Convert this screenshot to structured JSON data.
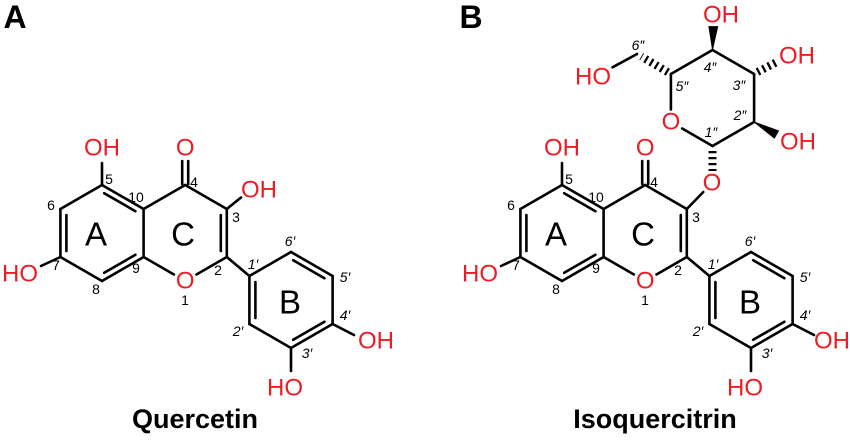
{
  "colors": {
    "heteroatom": "#ED1C24",
    "bond": "#000000",
    "background": "#FFFFFF"
  },
  "panel_a": {
    "panel_label": "A",
    "compound_name": "Quercetin",
    "ring_labels": {
      "a": "A",
      "c": "C",
      "b": "B"
    },
    "atoms": {
      "oh5": "OH",
      "o4": "O",
      "oh3": "OH",
      "ho7": "HO",
      "o1": "O",
      "oh4p": "OH",
      "ho3p": "HO"
    },
    "locants": {
      "n1": "1",
      "n2": "2",
      "n3": "3",
      "n4": "4",
      "n5": "5",
      "n6": "6",
      "n7": "7",
      "n8": "8",
      "n9": "9",
      "n10": "10",
      "n1p": "1′",
      "n2p": "2′",
      "n3p": "3′",
      "n4p": "4′",
      "n5p": "5′",
      "n6p": "6′"
    }
  },
  "panel_b": {
    "panel_label": "B",
    "compound_name": "Isoquercitrin",
    "ring_labels": {
      "a": "A",
      "c": "C",
      "b": "B"
    },
    "atoms": {
      "oh5": "OH",
      "o4": "O",
      "o3": "O",
      "ho7": "HO",
      "o1": "O",
      "oh4p": "OH",
      "ho3p": "HO"
    },
    "locants": {
      "n1": "1",
      "n2": "2",
      "n3": "3",
      "n4": "4",
      "n5": "5",
      "n6": "6",
      "n7": "7",
      "n8": "8",
      "n9": "9",
      "n10": "10",
      "n1p": "1′",
      "n2p": "2′",
      "n3p": "3′",
      "n4p": "4′",
      "n5p": "5′",
      "n6p": "6′"
    },
    "sugar": {
      "atoms": {
        "o_ring": "O",
        "oh2pp": "OH",
        "oh3pp": "OH",
        "oh4pp": "OH",
        "ho6pp": "HO"
      },
      "locants": {
        "n1pp": "1″",
        "n2pp": "2″",
        "n3pp": "3″",
        "n4pp": "4″",
        "n5pp": "5″",
        "n6pp": "6″"
      }
    }
  }
}
